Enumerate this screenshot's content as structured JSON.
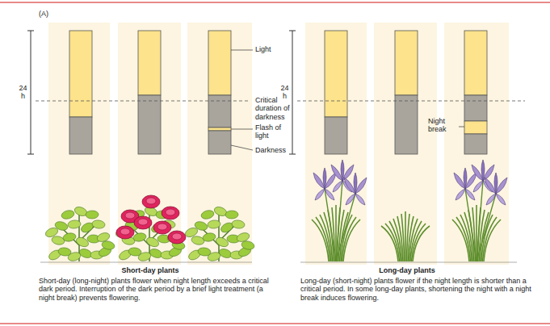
{
  "diagram": {
    "labels": [
      "(A)",
      "24 h",
      "Light",
      "Critical duration of darkness",
      "Flash of light",
      "Darkness",
      "Short-day plants",
      "Short-day (long-night) plants flower when night length exceeds a critical dark period. Interruption of the dark period by a brief light treatment (a night break) prevents flowering.",
      "24 h",
      "Night break",
      "Long-day plants",
      "Long-day (short-night) plants flower if the night length is shorter than a critical period. In some long-day plants, shortening the night with a night break induces flowering."
    ]
  }
}
